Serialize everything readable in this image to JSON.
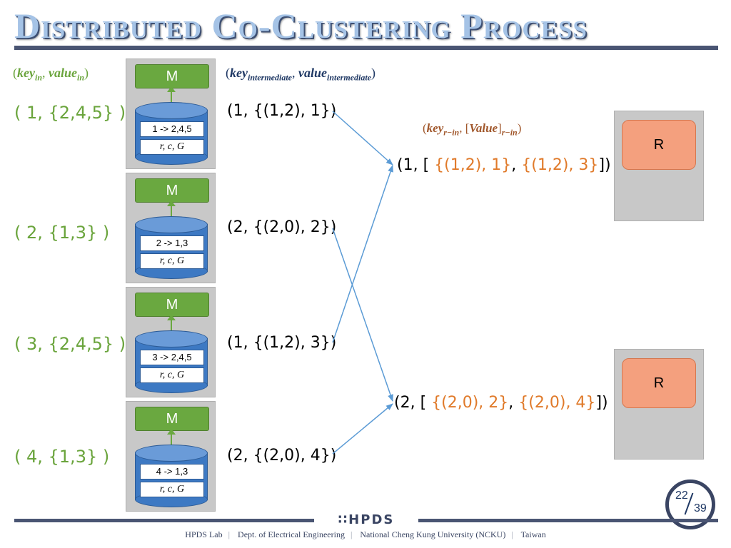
{
  "title": "Distributed Co-Clustering Process",
  "headers": {
    "input": {
      "key": "key",
      "key_sub": "in",
      "value": "value",
      "value_sub": "in"
    },
    "intermediate": {
      "key": "key",
      "key_sub": "intermediate",
      "value": "value",
      "value_sub": "intermediate"
    },
    "reduce": {
      "key": "key",
      "key_sub": "r−in",
      "value": "Value",
      "value_sub": "r−in"
    }
  },
  "inputs": [
    "( 1, {2,4,5} )",
    "( 2, {1,3} )",
    "( 3, {2,4,5} )",
    "( 4, {1,3} )"
  ],
  "mappers": [
    {
      "label": "M",
      "record": "1 -> 2,4,5",
      "params": "r, c, G"
    },
    {
      "label": "M",
      "record": "2 -> 1,3",
      "params": "r, c, G"
    },
    {
      "label": "M",
      "record": "3 -> 2,4,5",
      "params": "r, c, G"
    },
    {
      "label": "M",
      "record": "4 -> 1,3",
      "params": "r, c, G"
    }
  ],
  "intermediate": [
    "(1, {(1,2), 1})",
    "(2, {(2,0), 2})",
    "(1, {(1,2), 3})",
    "(2, {(2,0), 4})"
  ],
  "reduce_outputs": [
    {
      "open": "(1, [ ",
      "v1": "{(1,2), 1}",
      "sep": ",",
      "v2": "{(1,2), 3}",
      "close": "])"
    },
    {
      "open": "(2, [ ",
      "v1": "{(2,0), 2}",
      "sep": ",",
      "v2": "{(2,0), 4}",
      "close": "])"
    }
  ],
  "reducers": [
    {
      "label": "R"
    },
    {
      "label": "R"
    }
  ],
  "page": {
    "current": "22",
    "total": "39"
  },
  "logo": "∷HPDS",
  "footer": [
    "HPDS Lab",
    "Dept. of Electrical Engineering",
    "National Cheng Kung University (NCKU)",
    "Taiwan"
  ],
  "colors": {
    "title": "#a5c3e6",
    "input_green": "#6aa43c",
    "mapper_green": "#6aa840",
    "arrow_blue": "#5b9bd5",
    "value_orange": "#e07a2a",
    "reducer_orange": "#f4a07e",
    "navy": "#4a5573"
  }
}
